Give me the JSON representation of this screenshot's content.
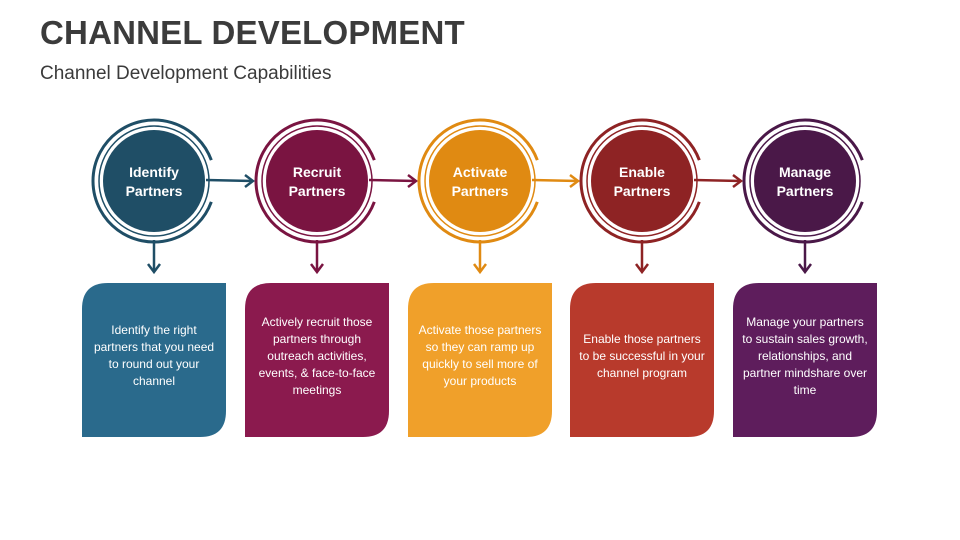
{
  "header": {
    "title": "CHANNEL DEVELOPMENT",
    "subtitle": "Channel Development Capabilities"
  },
  "steps": [
    {
      "label_line1": "Identify",
      "label_line2": "Partners",
      "description": "Identify the right partners that you need to round out your channel",
      "circle_color": "#1f4e66",
      "ring_color": "#1f4e66",
      "box_color": "#2a6a8c"
    },
    {
      "label_line1": "Recruit",
      "label_line2": "Partners",
      "description": "Actively recruit those partners through outreach activities, events, & face-to-face meetings",
      "circle_color": "#7a1441",
      "ring_color": "#7a1441",
      "box_color": "#8b1a4e"
    },
    {
      "label_line1": "Activate",
      "label_line2": "Partners",
      "description": "Activate those partners so they can ramp up quickly to sell more of your products",
      "circle_color": "#e08a12",
      "ring_color": "#e08a12",
      "box_color": "#f0a02a"
    },
    {
      "label_line1": "Enable",
      "label_line2": "Partners",
      "description": "Enable those partners to be successful in your channel program",
      "circle_color": "#8e2324",
      "ring_color": "#8e2324",
      "box_color": "#b83a2c"
    },
    {
      "label_line1": "Manage",
      "label_line2": "Partners",
      "description": "Manage your partners to sustain sales growth, relationships, and partner mindshare over time",
      "circle_color": "#4a1848",
      "ring_color": "#4a1848",
      "box_color": "#5e1d5c"
    }
  ]
}
